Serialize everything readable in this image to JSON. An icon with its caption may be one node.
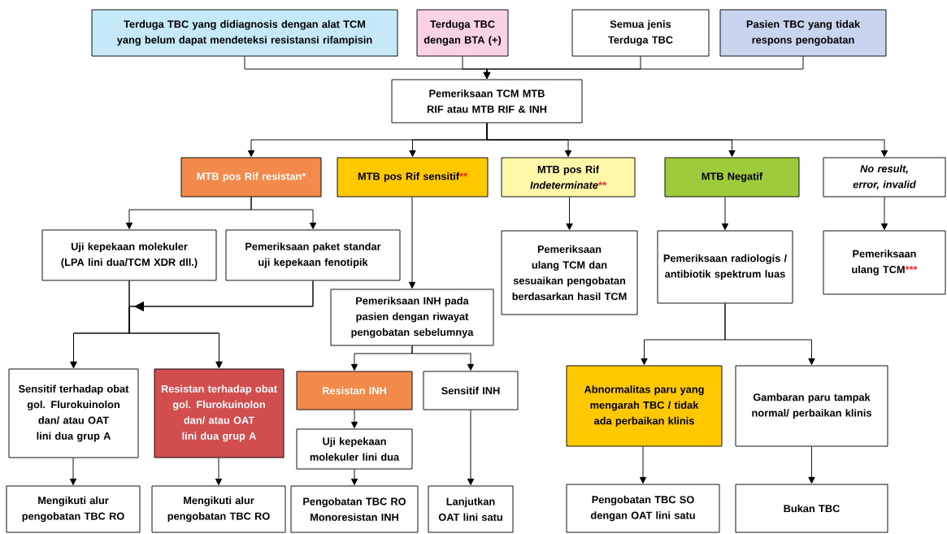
{
  "diagram": {
    "nodes": [
      {
        "text": [
          "Terduga TBC yang didiagnosis dengan alat TCM yang belum dapat mendeteksi resistansi rifampisin"
        ]
      },
      {
        "text": [
          "Terduga TBC dengan BTA (+)"
        ]
      },
      {
        "text": [
          "Semua jenis Terduga TBC"
        ]
      },
      {
        "text": [
          "Pasien TBC yang tidak respons pengobatan"
        ]
      },
      {
        "text": [
          "Pemeriksaan TCM MTB RIF atau MTB RIF & INH"
        ]
      },
      {
        "text": [
          "MTB pos Rif resistan*"
        ]
      },
      {
        "text": [
          "MTB pos Rif sensitif",
          "**"
        ]
      },
      {
        "text": [
          "MTB pos Rif *Indeterminate*",
          "**"
        ]
      },
      {
        "text": [
          "MTB Negatif"
        ]
      },
      {
        "text": [
          "No result, error, invalid"
        ]
      },
      {
        "text": [
          "Uji kepekaan molekuler (LPA lini dua/TCM XDR dll.)"
        ]
      },
      {
        "text": [
          "Pemeriksaan paket standar uji kepekaan fenotipik"
        ]
      },
      {
        "text": [
          "Pemeriksaan INH pada pasien dengan riwayat pengobatan sebelumnya"
        ]
      },
      {
        "text": [
          "Pemeriksaan ulang TCM dan sesuaikan pengobatan berdasarkan hasil TCM"
        ]
      },
      {
        "text": [
          "Pemeriksaan radiologis / antibiotik spektrum luas"
        ]
      },
      {
        "text": [
          "Pemeriksaan ulang TCM",
          "***"
        ]
      },
      {
        "text": [
          "Sensitif terhadap obat gol. Flurokuinolon dan/ atau OAT lini dua grup A"
        ]
      },
      {
        "text": [
          "Resistan terhadap obat gol. Flurokuinolon dan/ atau OAT lini dua grup A"
        ]
      },
      {
        "text": [
          "Resistan INH"
        ]
      },
      {
        "text": [
          "Sensitif INH"
        ]
      },
      {
        "text": [
          "Abnormalitas paru yang mengarah TBC / tidak ada perbaikan klinis"
        ]
      },
      {
        "text": [
          "Gambaran paru tampak normal/ perbaikan klinis"
        ]
      },
      {
        "text": [
          "Uji kepekaan molekuler lini dua"
        ]
      },
      {
        "text": [
          "Mengikuti alur pengobatan TBC RO"
        ]
      },
      {
        "text": [
          "Mengikuti alur pengobatan TBC RO"
        ]
      },
      {
        "text": [
          "Pengobatan TBC RO Monoresistan INH"
        ]
      },
      {
        "text": [
          "Lanjutkan OAT lini satu"
        ]
      },
      {
        "text": [
          "Pengobatan TBC SO dengan OAT lini satu"
        ]
      },
      {
        "text": [
          "Bukan TBC"
        ]
      }
    ],
    "edges": [
      {
        "from": 0,
        "to": 4,
        "arrow": "to"
      },
      {
        "from": 1,
        "to": 4,
        "arrow": "to"
      },
      {
        "from": 2,
        "to": 4,
        "arrow": "to"
      },
      {
        "from": 3,
        "to": 4,
        "arrow": "to"
      },
      {
        "from": 4,
        "to": 5,
        "arrow": "to"
      },
      {
        "from": 4,
        "to": 6,
        "arrow": "to"
      },
      {
        "from": 4,
        "to": 7,
        "arrow": "to"
      },
      {
        "from": 4,
        "to": 8,
        "arrow": "to"
      },
      {
        "from": 4,
        "to": 9,
        "arrow": "to"
      },
      {
        "from": 5,
        "to": 10,
        "arrow": "to"
      },
      {
        "from": 5,
        "to": 11,
        "arrow": "to"
      },
      {
        "from": 6,
        "to": 12,
        "arrow": "to"
      },
      {
        "from": 7,
        "to": 13,
        "arrow": "to"
      },
      {
        "from": 8,
        "to": 14,
        "arrow": "to"
      },
      {
        "from": 9,
        "to": 15,
        "arrow": "to"
      },
      {
        "from": 10,
        "to": 16,
        "arrow": "to"
      },
      {
        "from": 10,
        "to": 17,
        "arrow": "to"
      },
      {
        "from": 11,
        "to": 16,
        "arrow": "to"
      },
      {
        "from": 11,
        "to": 17,
        "arrow": "to"
      },
      {
        "from": 12,
        "to": 18,
        "arrow": "to"
      },
      {
        "from": 12,
        "to": 19,
        "arrow": "to"
      },
      {
        "from": 14,
        "to": 20,
        "arrow": "to"
      },
      {
        "from": 14,
        "to": 21,
        "arrow": "to"
      },
      {
        "from": 16,
        "to": 23,
        "arrow": "to"
      },
      {
        "from": 17,
        "to": 24,
        "arrow": "to"
      },
      {
        "from": 18,
        "to": 22,
        "arrow": "to"
      },
      {
        "from": 22,
        "to": 25,
        "arrow": "to"
      },
      {
        "from": 19,
        "to": 26,
        "arrow": "to"
      },
      {
        "from": 20,
        "to": 27,
        "arrow": "to"
      },
      {
        "from": 21,
        "to": 28,
        "arrow": "to"
      }
    ]
  }
}
